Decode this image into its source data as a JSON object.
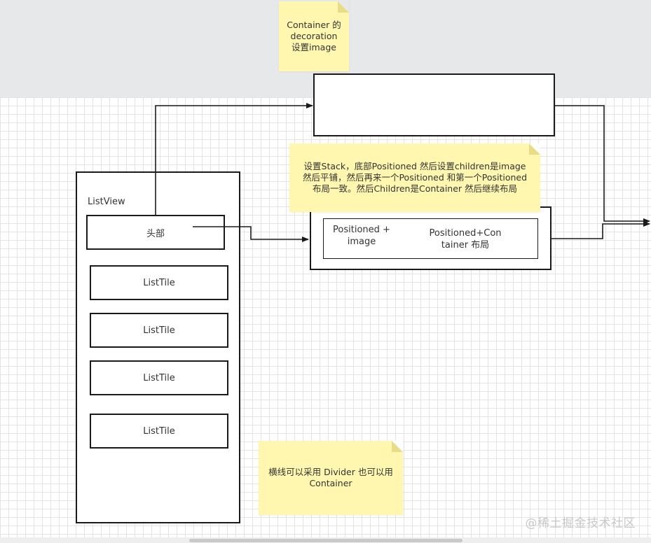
{
  "notes": {
    "container_decoration": "Container 的\ndecoration\n设置image",
    "stack_description": "设置Stack，底部Positioned 然后设置children是image 然后平铺，然后再来一个Positioned 和第一个Positioned布局一致。然后Children是Container 然后继续布局",
    "divider_hint": "横线可以采用 Divider 也可以用 Container"
  },
  "listview": {
    "label": "ListView",
    "header": "头部",
    "tiles": [
      "ListTile",
      "ListTile",
      "ListTile",
      "ListTile"
    ]
  },
  "stack_box": {
    "left_label": "Positioned +\nimage",
    "right_label": "Positioned+Con\ntainer 布局"
  },
  "watermark": "@稀土掘金技术社区",
  "colors": {
    "note_fill": "#fff7b0",
    "stroke": "#1a1a1a",
    "top_band": "#e7e8e9"
  }
}
